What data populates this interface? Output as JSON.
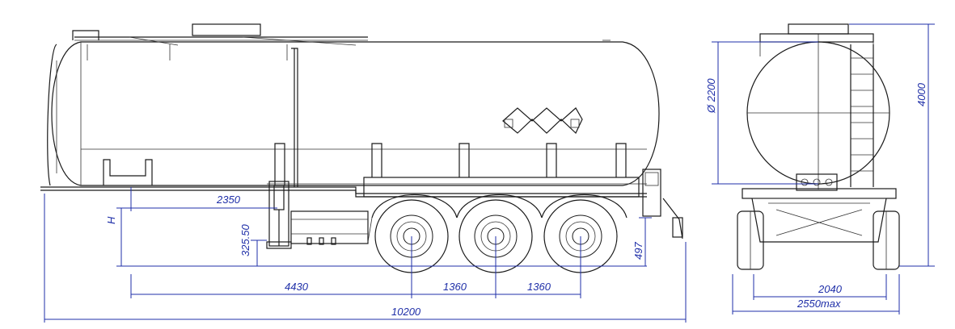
{
  "dimensions": {
    "overall_length": "10200",
    "axle_offset": "4430",
    "axle_spacing_1": "1360",
    "axle_spacing_2": "1360",
    "kingpin_offset": "2350",
    "height_label": "H",
    "fifth_wheel_height": "325.50",
    "bumper_height": "497",
    "tank_diameter": "Ø 2200",
    "overall_height": "4000",
    "track_width": "2040",
    "overall_width": "2550max"
  },
  "colors": {
    "dimension_lines": "#1f2fa8",
    "outline": "#1a1a1a",
    "background": "#ffffff"
  }
}
